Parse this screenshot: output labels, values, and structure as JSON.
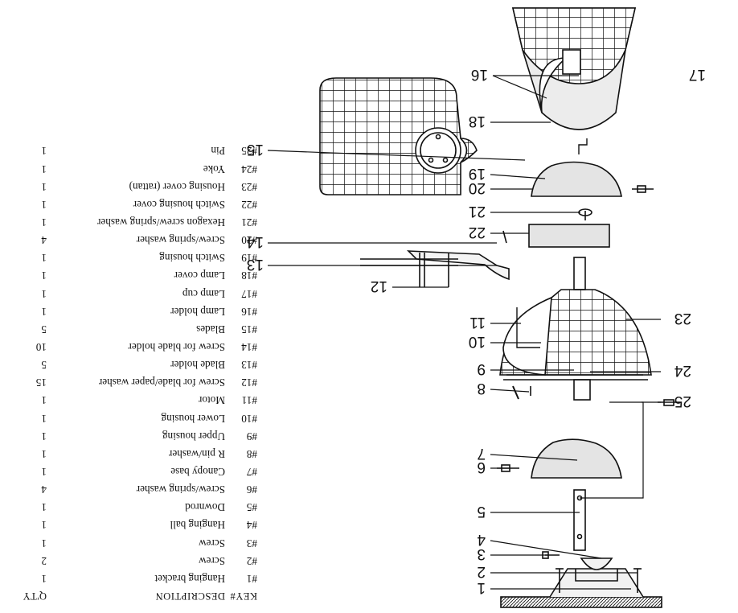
{
  "headers": {
    "key": "KEY#",
    "description": "DESCRIPTION",
    "qty": "Q'TY"
  },
  "parts": [
    {
      "key": "#1",
      "description": "Hanging bracket",
      "qty": "1"
    },
    {
      "key": "#2",
      "description": "Screw",
      "qty": "2"
    },
    {
      "key": "#3",
      "description": "Screw",
      "qty": "1"
    },
    {
      "key": "#4",
      "description": "Hanging ball",
      "qty": "1"
    },
    {
      "key": "#5",
      "description": "Downrod",
      "qty": "1"
    },
    {
      "key": "#6",
      "description": "Screw/spring washer",
      "qty": "4"
    },
    {
      "key": "#7",
      "description": "Canopy base",
      "qty": "1"
    },
    {
      "key": "#8",
      "description": "R pin/washer",
      "qty": "1"
    },
    {
      "key": "#9",
      "description": "Upper housing",
      "qty": "1"
    },
    {
      "key": "#10",
      "description": "Lower housing",
      "qty": "1"
    },
    {
      "key": "#11",
      "description": "Motor",
      "qty": "1"
    },
    {
      "key": "#12",
      "description": "Screw for blade/paper washer",
      "qty": "15"
    },
    {
      "key": "#13",
      "description": "Blade holder",
      "qty": "5"
    },
    {
      "key": "#14",
      "description": "Screw for blade holder",
      "qty": "10"
    },
    {
      "key": "#15",
      "description": "Blades",
      "qty": "5"
    },
    {
      "key": "#16",
      "description": "Lamp holder",
      "qty": "1"
    },
    {
      "key": "#17",
      "description": "Lamp cup",
      "qty": "1"
    },
    {
      "key": "#18",
      "description": "Lamp cover",
      "qty": "1"
    },
    {
      "key": "#19",
      "description": "Switch housing",
      "qty": "1"
    },
    {
      "key": "#20",
      "description": "Screw/spring washer",
      "qty": "4"
    },
    {
      "key": "#21",
      "description": "Hexagon screw/spring washer",
      "qty": "1"
    },
    {
      "key": "#22",
      "description": "Switch housing cover",
      "qty": "1"
    },
    {
      "key": "#23",
      "description": "Housing cover (rattan)",
      "qty": "1"
    },
    {
      "key": "#24",
      "description": "Yoke",
      "qty": "1"
    },
    {
      "key": "#25",
      "description": "Pin",
      "qty": "1"
    }
  ],
  "callouts": [
    "1",
    "2",
    "3",
    "4",
    "5",
    "6",
    "7",
    "8",
    "9",
    "10",
    "11",
    "12",
    "13",
    "14",
    "15",
    "16",
    "17",
    "18",
    "19",
    "20",
    "21",
    "22",
    "23",
    "24",
    "25"
  ],
  "colors": {
    "ink": "#111111",
    "paper": "#ffffff",
    "fill": "#dcdcdc"
  }
}
